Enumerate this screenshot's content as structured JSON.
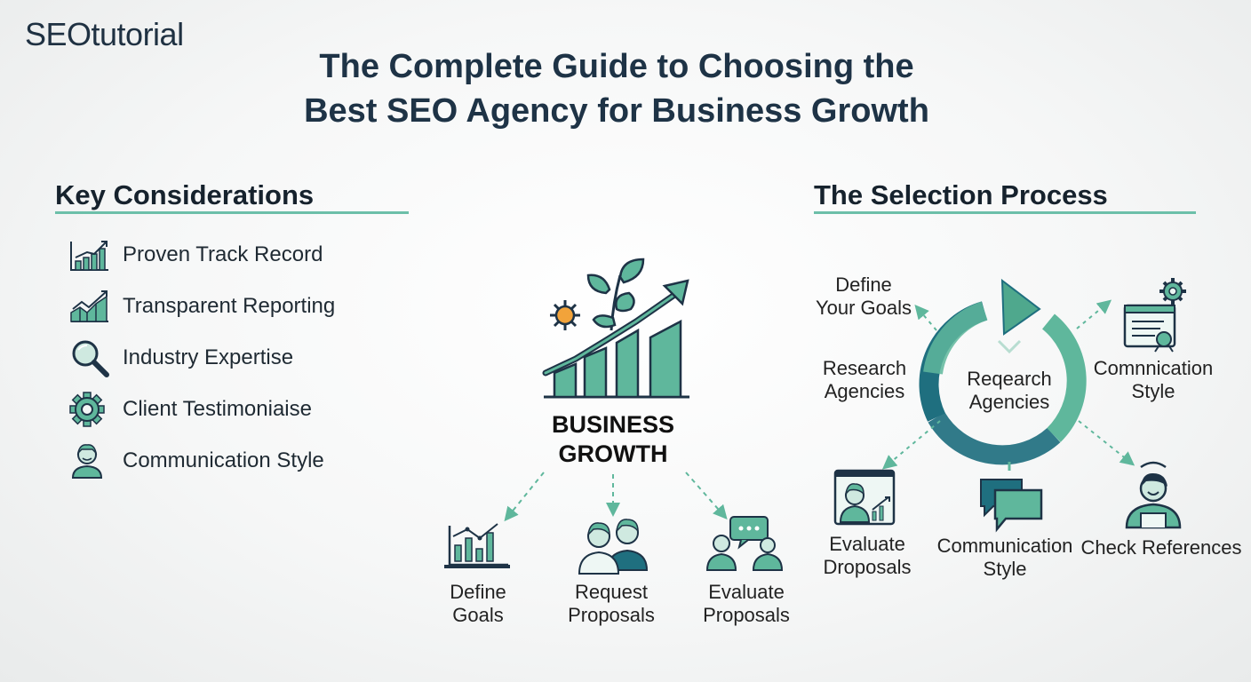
{
  "brand": "SEOtutorial",
  "title_line1": "The Complete Guide to Choosing the",
  "title_line2": "Best SEO Agency for Business Growth",
  "colors": {
    "teal": "#5fb79c",
    "dark_teal": "#1f6f7f",
    "navy": "#1e3346",
    "accent_orange": "#f2a33a"
  },
  "key_considerations": {
    "heading": "Key Considerations",
    "items": [
      {
        "label": "Proven Track Record",
        "icon": "bar-chart-growth-icon"
      },
      {
        "label": "Transparent Reporting",
        "icon": "trend-chart-icon"
      },
      {
        "label": "Industry Expertise",
        "icon": "magnifier-icon"
      },
      {
        "label": "Client Testimoniaise",
        "icon": "gear-icon"
      },
      {
        "label": "Communication Style",
        "icon": "person-icon"
      }
    ]
  },
  "center": {
    "label_line1": "BUSINESS",
    "label_line2": "GROWTH",
    "icon": "growth-plant-chart-icon",
    "steps": [
      {
        "line1": "Define",
        "line2": "Goals",
        "icon": "analytics-chart-icon"
      },
      {
        "line1": "Request",
        "line2": "Proposals",
        "icon": "two-people-icon"
      },
      {
        "line1": "Evaluate",
        "line2": "Proposals",
        "icon": "chat-people-icon"
      }
    ]
  },
  "selection_process": {
    "heading": "The Selection Process",
    "cycle_center_line1": "Reqearch",
    "cycle_center_line2": "Agencies",
    "nodes": {
      "define_line1": "Define",
      "define_line2": "Your Goals",
      "research_line1": "Research",
      "research_line2": "Agencies",
      "comm_right_line1": "Comnnication",
      "comm_right_line2": "Style",
      "evaluate_line1": "Evaluate",
      "evaluate_line2": "Droposals",
      "comm_bottom_line1": "Communication",
      "comm_bottom_line2": "Style",
      "check": "Check References"
    }
  }
}
